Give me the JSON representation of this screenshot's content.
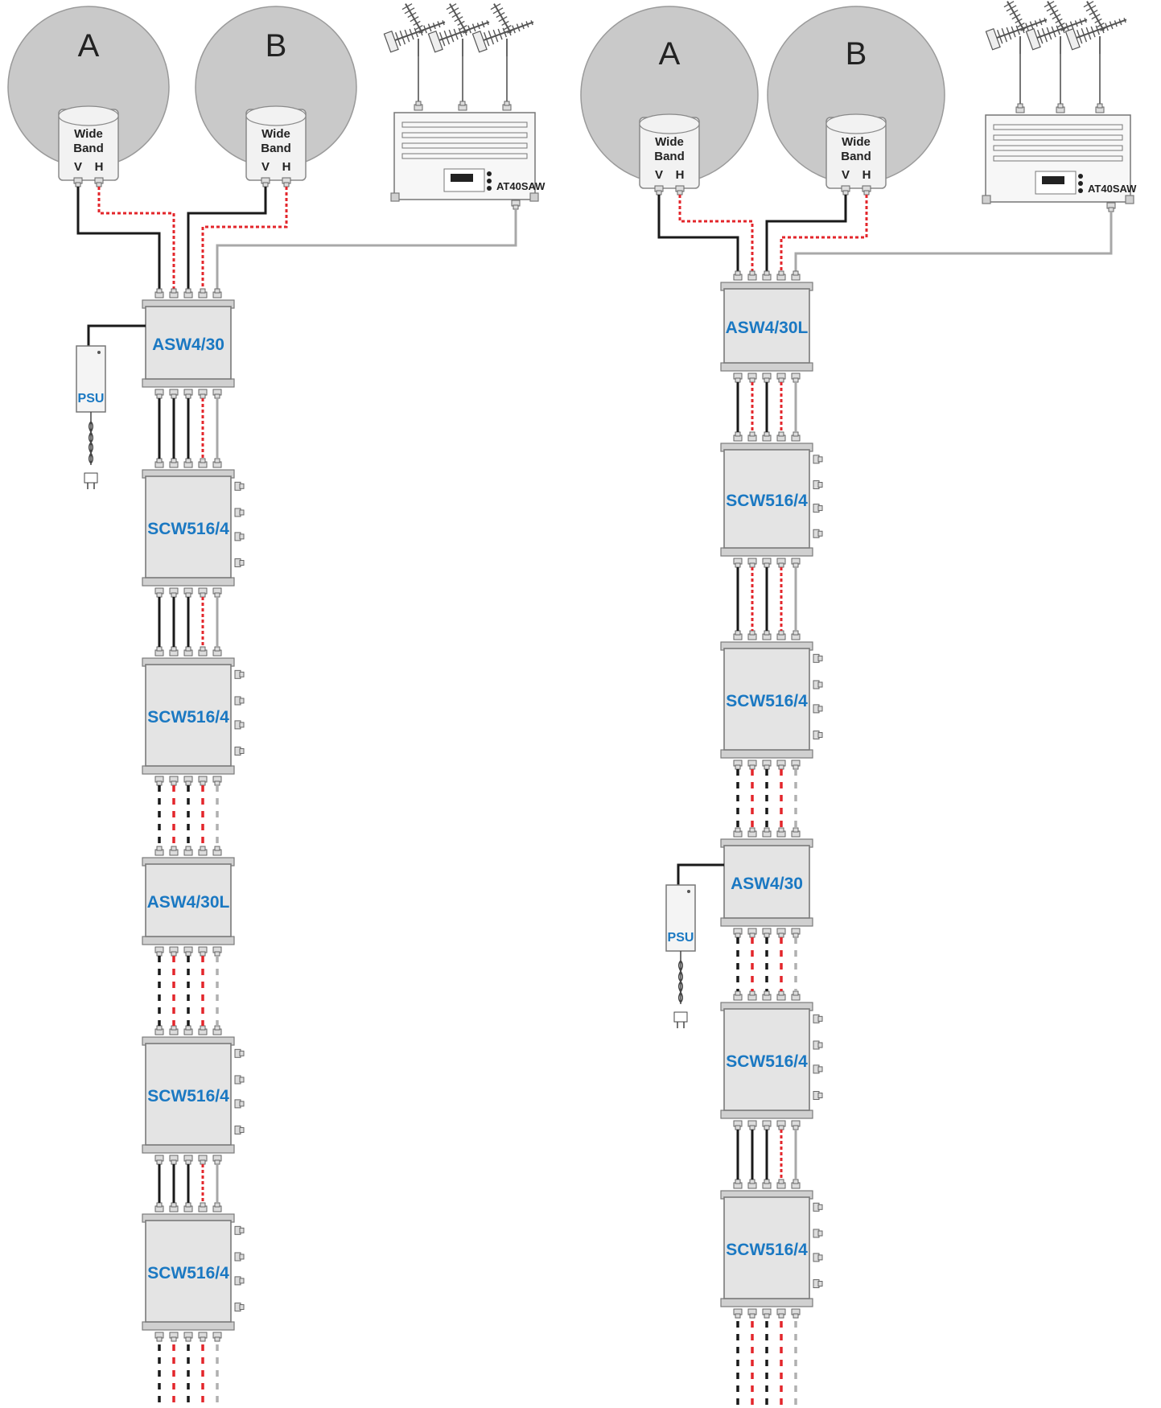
{
  "left": {
    "dish_a": "A",
    "dish_b": "B",
    "lnb_label_1": "Wide",
    "lnb_label_2": "Band",
    "port_v": "V",
    "port_h": "H",
    "terrestrial_amp": "AT40SAW",
    "psu": "PSU",
    "devices": [
      "ASW4/30",
      "SCW516/4",
      "SCW516/4",
      "ASW4/30L",
      "SCW516/4",
      "SCW516/4"
    ]
  },
  "right": {
    "dish_a": "A",
    "dish_b": "B",
    "lnb_label_1": "Wide",
    "lnb_label_2": "Band",
    "port_v": "V",
    "port_h": "H",
    "terrestrial_amp": "AT40SAW",
    "psu": "PSU",
    "devices": [
      "ASW4/30L",
      "SCW516/4",
      "SCW516/4",
      "ASW4/30",
      "SCW516/4",
      "SCW516/4"
    ]
  },
  "colors": {
    "device_label": "#1a78c2",
    "cable_vertical": "#1a1a1a",
    "cable_horizontal": "#e3262b",
    "cable_terrestrial": "#a8a8a8"
  }
}
